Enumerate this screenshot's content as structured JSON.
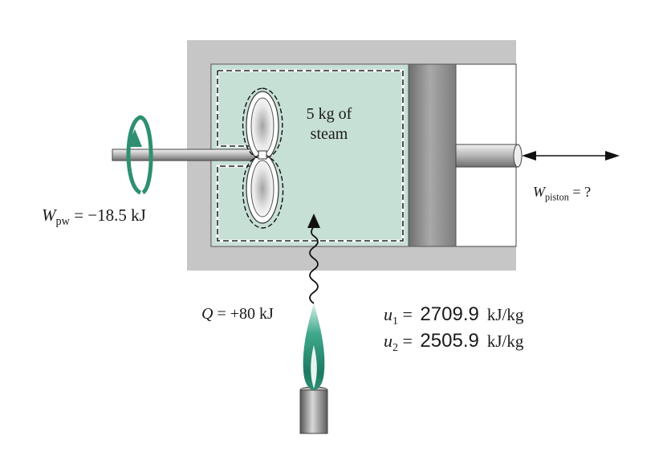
{
  "colors": {
    "steam_fill": "#c7e0d6",
    "cylinder_gray": "#c6c6c6",
    "piston_gray": "#8d8d8d",
    "arrow_teal": "#2e8f72",
    "flame_teal": "#3fa88c"
  },
  "icons": {
    "paddle_wheel": "paddle-wheel-icon",
    "rotation": "rotation-arrow-icon",
    "flame": "flame-icon",
    "heat": "heat-wavy-arrow-icon",
    "piston_motion": "double-arrow-icon"
  },
  "steam": {
    "line1": "5 kg of",
    "line2": "steam"
  },
  "paddle_work": {
    "symbol": "W",
    "subscript": "pw",
    "value": " = −18.5 kJ"
  },
  "piston_work": {
    "symbol": "W",
    "subscript": "piston",
    "value": " = ?"
  },
  "heat": {
    "symbol": "Q",
    "value": " = +80 kJ"
  },
  "energy": [
    {
      "symbol": "u",
      "subscript": "1",
      "eq": " = ",
      "value": "2709.9",
      "unit": "kJ/kg"
    },
    {
      "symbol": "u",
      "subscript": "2",
      "eq": " = ",
      "value": "2505.9",
      "unit": "kJ/kg"
    }
  ]
}
